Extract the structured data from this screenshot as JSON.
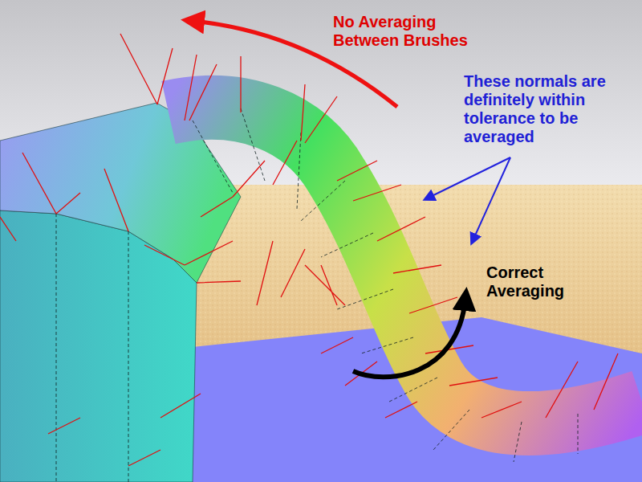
{
  "diagram": {
    "labels": [
      "No Averaging Between Brushes",
      "These normals are definitely within tolerance to be averaged",
      "Correct Averaging"
    ]
  }
}
